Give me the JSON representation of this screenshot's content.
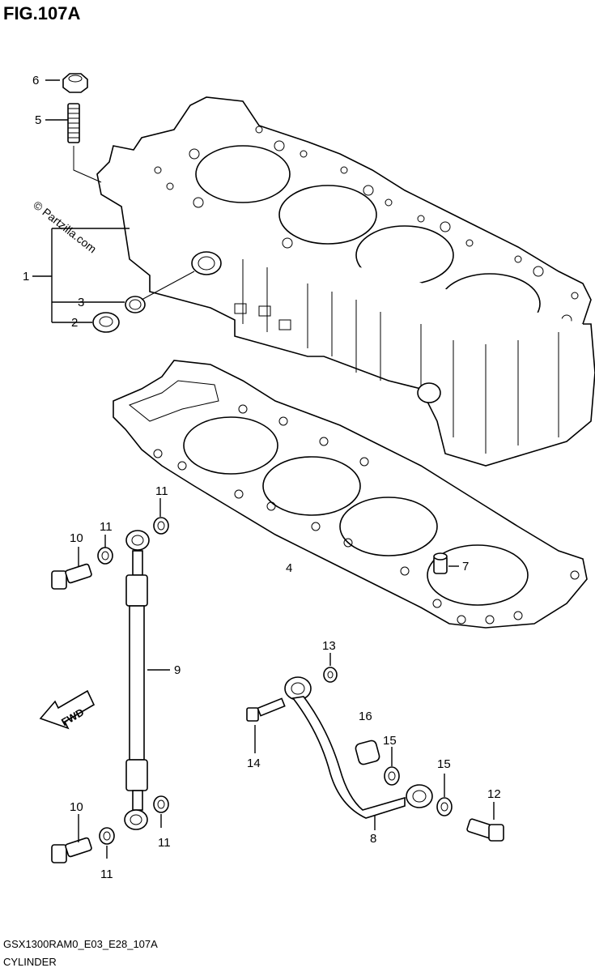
{
  "figure": {
    "title": "FIG.107A",
    "code": "GSX1300RAM0_E03_E28_107A",
    "caption": "CYLINDER",
    "watermark": "© Partzilla.com",
    "direction_label": "FWD"
  },
  "callouts": {
    "c1": "1",
    "c2": "2",
    "c3": "3",
    "c4": "4",
    "c5": "5",
    "c6": "6",
    "c7": "7",
    "c8": "8",
    "c9": "9",
    "c10a": "10",
    "c10b": "10",
    "c11a": "11",
    "c11b": "11",
    "c11c": "11",
    "c11d": "11",
    "c12": "12",
    "c13": "13",
    "c14": "14",
    "c15a": "15",
    "c15b": "15",
    "c16": "16"
  }
}
